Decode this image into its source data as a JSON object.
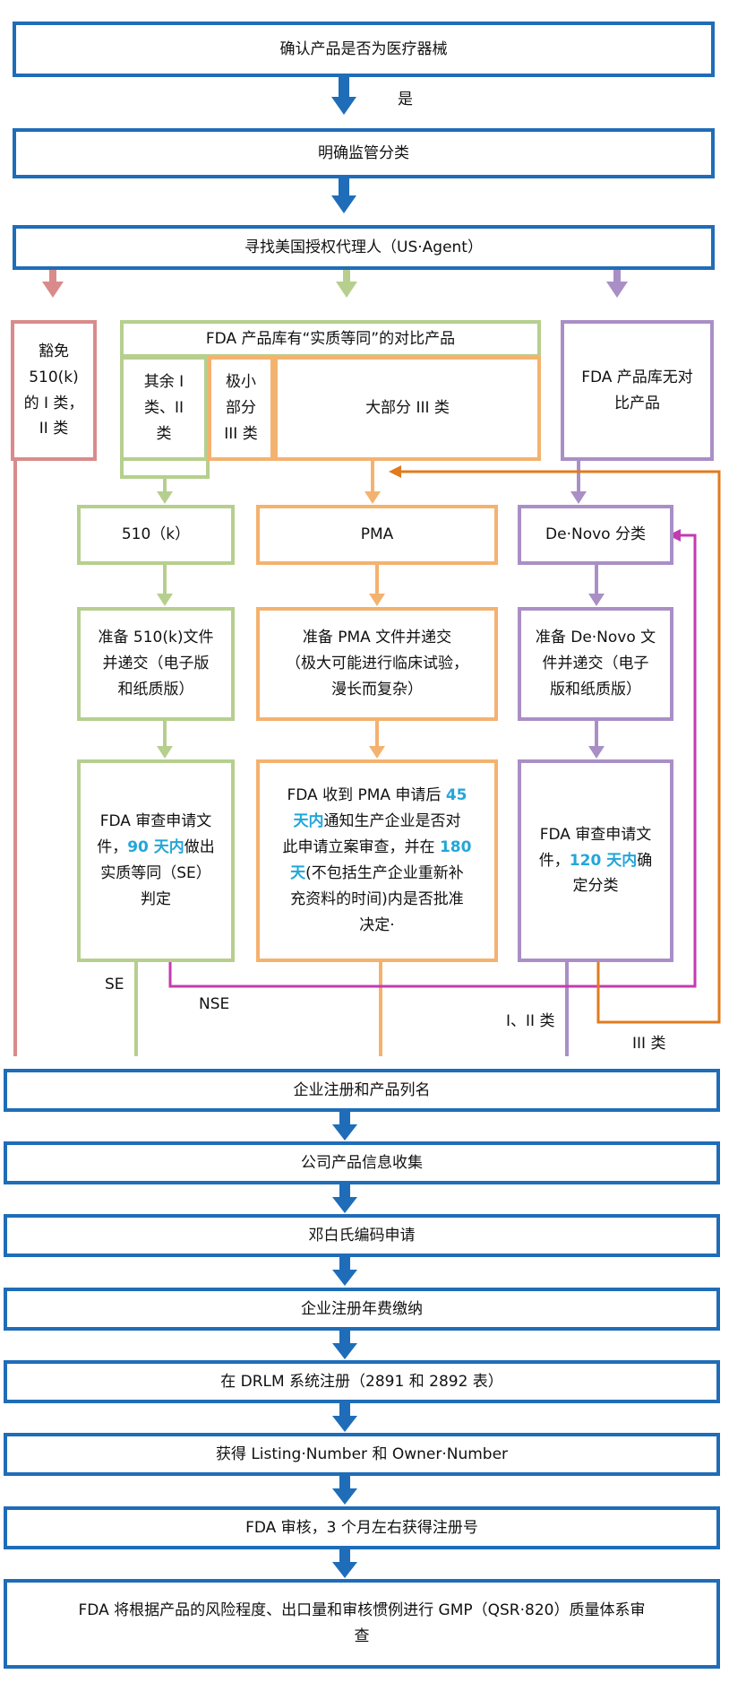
{
  "top_steps": [
    "确认产品是否为医疗器械",
    "明确监管分类",
    "寻找美国授权代理人（US·Agent）"
  ],
  "yes_label": "是",
  "exempt": [
    "豁免",
    "510(k)",
    "的 I 类，",
    "II 类"
  ],
  "equiv_header": "FDA 产品库有“实质等同”的对比产品",
  "equiv_rest": [
    "其余 I",
    "类、II",
    "类"
  ],
  "equiv_small": [
    "极小",
    "部分",
    "III 类"
  ],
  "equiv_most": "大部分 III 类",
  "no_equiv": [
    "FDA 产品库无对",
    "比产品"
  ],
  "paths": {
    "k510": "510（k）",
    "pma": "PMA",
    "denovo": "De·Novo 分类"
  },
  "prepare": {
    "k510": [
      "准备 510(k)文件",
      "并递交（电子版",
      "和纸质版）"
    ],
    "pma": [
      "准备 PMA 文件并递交",
      "（极大可能进行临床试验，",
      "漫长而复杂）"
    ],
    "denovo": [
      "准备 De·Novo 文",
      "件并递交（电子",
      "版和纸质版）"
    ]
  },
  "review": {
    "k510": {
      "l1": "FDA 审查申请文",
      "l2a": "件，",
      "l2hl": "90 天内",
      "l2b": "做出",
      "l3": "实质等同（SE）",
      "l4": "判定"
    },
    "pma": {
      "l1a": "FDA 收到 PMA 申请后 ",
      "l1hl": "45",
      "l2hl": "天内",
      "l2b": "通知生产企业是否对",
      "l3a": "此申请立案审查，并在 ",
      "l3hl": "180",
      "l4hl": "天",
      "l4b": "(不包括生产企业重新补",
      "l5": "充资料的时间)内是否批准",
      "l6": "决定·"
    },
    "denovo": {
      "l1": "FDA 审查申请文",
      "l2a": "件，",
      "l2hl": "120 天内",
      "l2b": "确",
      "l3": "定分类"
    }
  },
  "branch_labels": {
    "se": "SE",
    "nse": "NSE",
    "class12": "I、II 类",
    "class3": "III 类"
  },
  "bottom_steps": [
    "企业注册和产品列名",
    "公司产品信息收集",
    "邓白氏编码申请",
    "企业注册年费缴纳",
    "在 DRLM 系统注册（2891 和 2892 表）",
    "获得 Listing·Number 和 Owner·Number",
    "FDA 审核，3 个月左右获得注册号"
  ],
  "final_step": [
    "FDA 将根据产品的风险程度、出口量和审核惯例进行 GMP（QSR·820）质量体系审",
    "查"
  ],
  "colors": {
    "blue": "#1f6db8",
    "green": "#b6cf8e",
    "orange": "#f4b26f",
    "purple": "#a98fc6",
    "red": "#d98b8b",
    "magenta": "#c33bb0",
    "dark_orange": "#e07b1e",
    "highlight": "#23a6d9"
  }
}
